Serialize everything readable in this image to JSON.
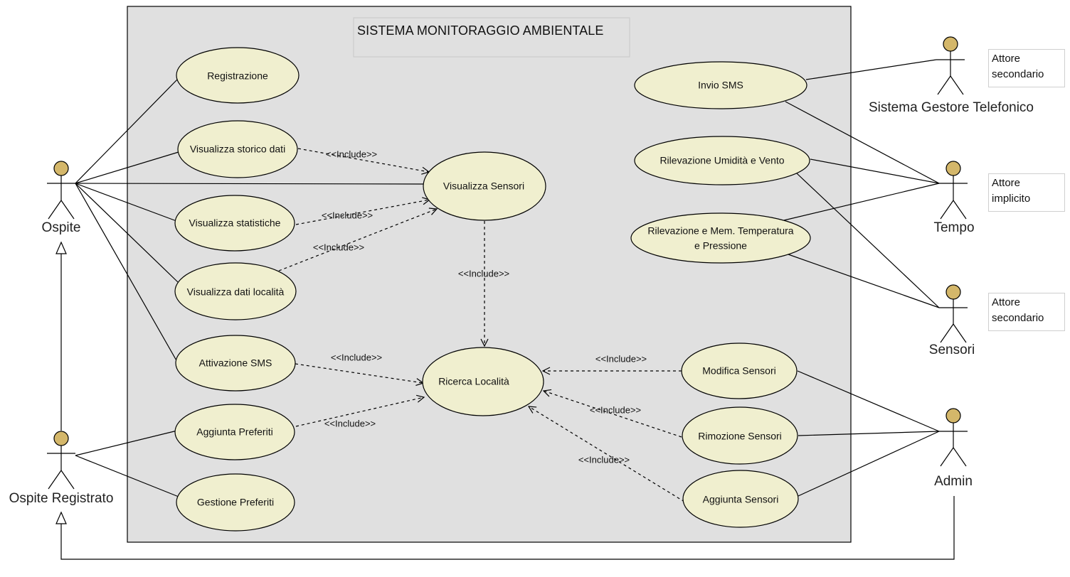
{
  "system": {
    "title": "SISTEMA MONITORAGGIO AMBIENTALE"
  },
  "actors": {
    "ospite": "Ospite",
    "ospite_registrato": "Ospite Registrato",
    "sistema_gestore": "Sistema Gestore Telefonico",
    "tempo": "Tempo",
    "sensori": "Sensori",
    "admin": "Admin"
  },
  "use_cases": {
    "registrazione": "Registrazione",
    "storico": "Visualizza storico dati",
    "statistiche": "Visualizza statistiche",
    "localita": "Visualizza dati località",
    "attivazione_sms": "Attivazione SMS",
    "aggiunta_preferiti": "Aggiunta Preferiti",
    "gestione_preferiti": "Gestione Preferiti",
    "visualizza_sensori": "Visualizza Sensori",
    "ricerca_localita": "Ricerca Località",
    "invio_sms": "Invio SMS",
    "umidita": "Rilevazione Umidità e Vento",
    "temperatura_1": "Rilevazione e Mem. Temperatura",
    "temperatura_2": "e Pressione",
    "modifica_sensori": "Modifica Sensori",
    "rimozione_sensori": "Rimozione Sensori",
    "aggiunta_sensori": "Aggiunta Sensori"
  },
  "relation_label": "<<Include>>",
  "notes": {
    "gestore": [
      "Attore",
      "secondario"
    ],
    "tempo": [
      "Attore",
      "implicito"
    ],
    "sensori": [
      "Attore",
      "secondario"
    ]
  },
  "colors": {
    "usecase_fill": "#f0efcf",
    "system_fill": "#e0e0e0",
    "actor_head": "#d4b76a"
  }
}
